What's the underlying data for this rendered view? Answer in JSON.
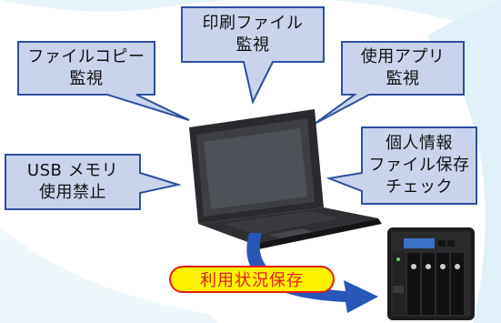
{
  "callouts": {
    "print_monitor": {
      "line1": "印刷ファイル",
      "line2": "監視"
    },
    "copy_monitor": {
      "line1": "ファイルコピー",
      "line2": "監視"
    },
    "app_monitor": {
      "line1": "使用アプリ",
      "line2": "監視"
    },
    "usb_block": {
      "line1": "USB メモリ",
      "line2": "使用禁止"
    },
    "personal_info_check": {
      "line1": "個人情報",
      "line2": "ファイル保存",
      "line3": "チェック"
    }
  },
  "status_label": "利用状況保存",
  "colors": {
    "callout_fill": "#c9d3ec",
    "callout_border": "#2e4f9e",
    "arrow": "#2857b8",
    "pill_fill": "#fff200",
    "pill_border": "#e31c1c",
    "pill_text": "#e31c1c",
    "background_accent": "#d8eef8"
  },
  "icons": [
    "laptop-icon",
    "nas-server-icon",
    "save-arrow-icon"
  ]
}
